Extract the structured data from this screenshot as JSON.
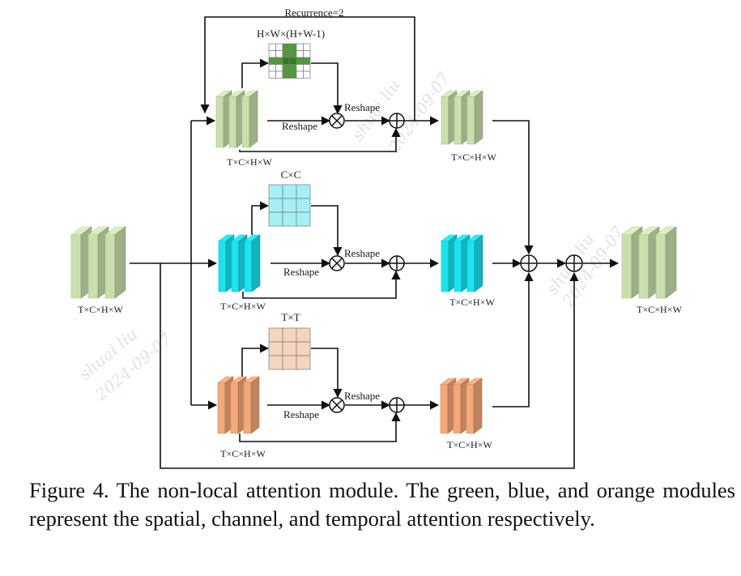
{
  "labels": {
    "recurrence": "Recurrence=2",
    "spatial_map": "H×W×(H+W-1)",
    "channel_map": "C×C",
    "temporal_map": "T×T",
    "reshape": "Reshape",
    "tchw": "T×C×H×W"
  },
  "watermark": {
    "name": "shuai liu",
    "date": "2024-09-07"
  },
  "caption": "Figure 4. The non-local attention module. The green, blue, and orange modules represent the spatial, channel, and temporal attention respectively.",
  "colors": {
    "green": "#c9e0ad",
    "blue": "#19e4ef",
    "orange": "#f5a878",
    "green_grid": "#4f9a39",
    "blue_grid": "#a6f0f5",
    "orange_grid": "#f6d5bf"
  }
}
